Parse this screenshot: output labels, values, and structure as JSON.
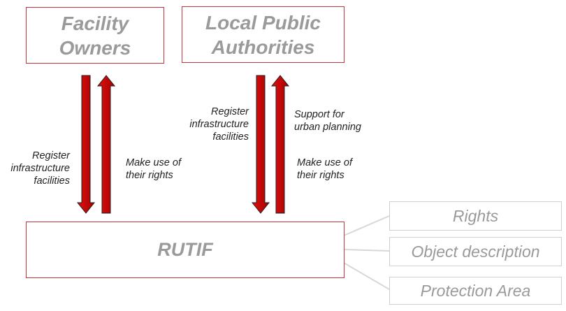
{
  "boxes": {
    "facility_owners": "Facility\nOwners",
    "local_public_authorities": "Local Public\nAuthorities",
    "rutif": "RUTIF"
  },
  "side_boxes": {
    "rights": "Rights",
    "object_description": "Object description",
    "protection_area": "Protection Area"
  },
  "labels": {
    "left_down": "Register\ninfrastructure\nfacilities",
    "left_up": "Make use of\ntheir rights",
    "right_down": "Register\ninfrastructure\nfacilities",
    "right_up_support": "Support for\nurban planning",
    "right_up_rights": "Make use of\ntheir rights"
  },
  "colors": {
    "arrow_fill": "#cc0000",
    "box_border": "#c8343a",
    "side_border": "#cfcfcf",
    "box_text": "#9a9a9a"
  }
}
